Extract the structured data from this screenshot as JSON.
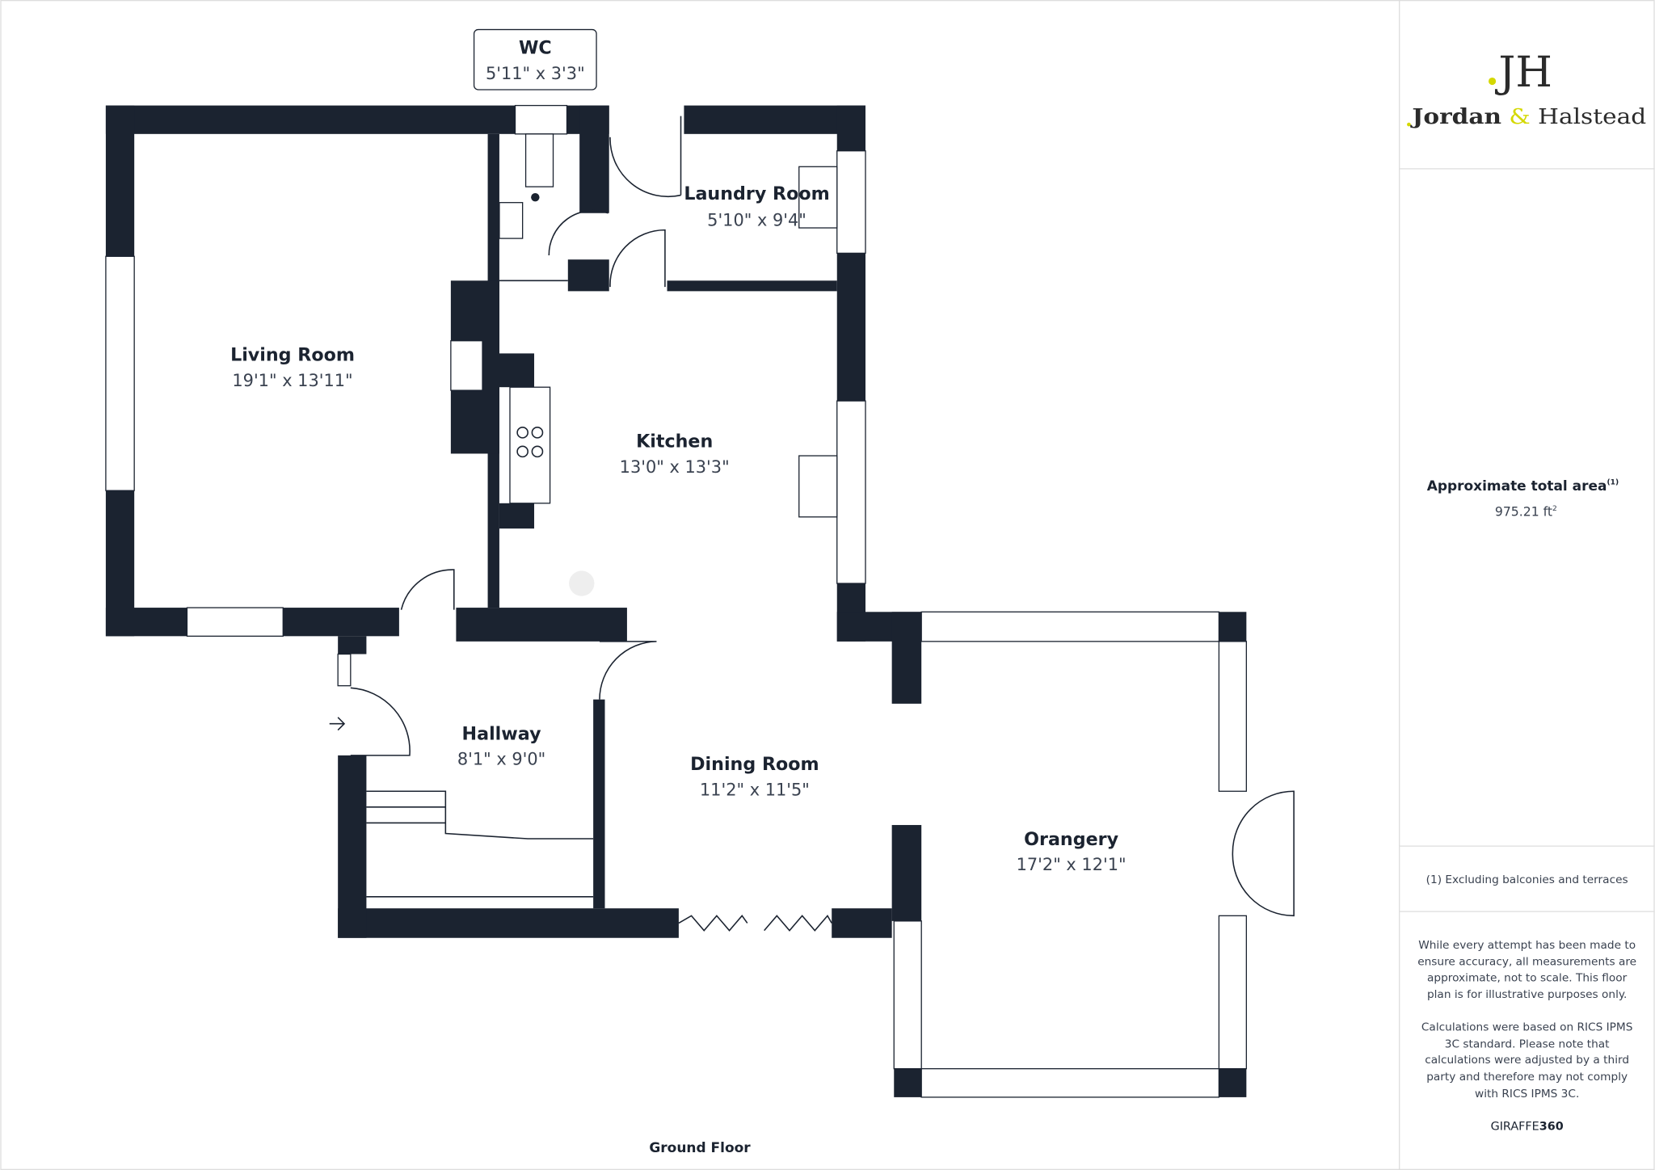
{
  "brand": {
    "name_part1": "Jordan",
    "ampersand": "&",
    "name_part2": "Halstead",
    "monogram": "JH",
    "accent_color": "#d4d800",
    "text_color": "#2b2b2b"
  },
  "rooms": [
    {
      "name": "WC",
      "dims": "5'11\" x 3'3\""
    },
    {
      "name": "Laundry Room",
      "dims": "5'10\" x 9'4\""
    },
    {
      "name": "Living Room",
      "dims": "19'1\" x 13'11\""
    },
    {
      "name": "Kitchen",
      "dims": "13'0\" x 13'3\""
    },
    {
      "name": "Hallway",
      "dims": "8'1\" x 9'0\""
    },
    {
      "name": "Dining Room",
      "dims": "11'2\" x 11'5\""
    },
    {
      "name": "Orangery",
      "dims": "17'2\" x 12'1\""
    }
  ],
  "floor_label": "Ground Floor",
  "wall_color": "#1b2330",
  "panel": {
    "area_title": "Approximate total area",
    "area_footnote_mark": "(1)",
    "area_value": "975.21 ft",
    "area_unit_sup": "2",
    "footnote": "(1) Excluding balconies and terraces",
    "disclaimer_lines": [
      "While every attempt has been made to",
      "ensure accuracy, all measurements are",
      "approximate, not to scale. This floor",
      "plan is for illustrative purposes only."
    ],
    "calc_lines": [
      "Calculations were based on RICS IPMS",
      "3C standard. Please note that",
      "calculations were adjusted by a third",
      "party and therefore may not comply",
      "with RICS IPMS 3C."
    ],
    "credit_light": "GIRAFFE",
    "credit_bold": "360"
  }
}
